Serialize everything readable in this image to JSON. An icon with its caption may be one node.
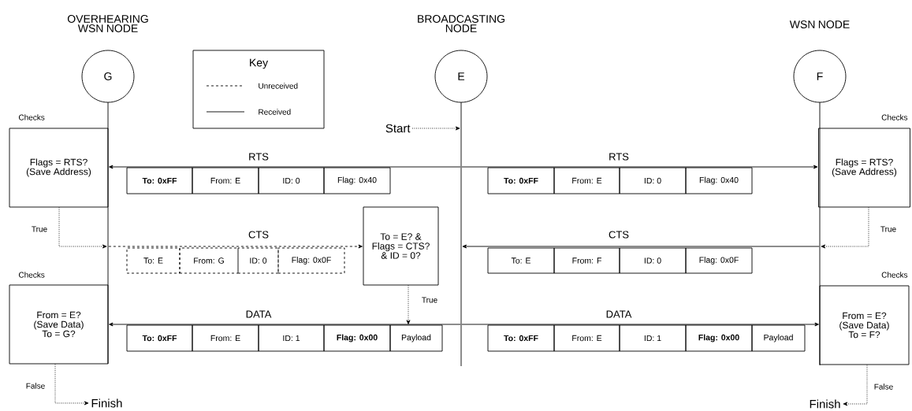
{
  "diagram": {
    "nodes": [
      {
        "text": [
          "OVERHEARING WSN NODE",
          "G"
        ]
      },
      {
        "text": [
          "BROADCASTING NODE",
          "E"
        ]
      },
      {
        "text": [
          "WSN NODE",
          "F"
        ]
      },
      {
        "text": [],
        "shape": "bar"
      },
      {
        "text": [],
        "shape": "bar"
      },
      {
        "text": [],
        "shape": "bar"
      },
      {
        "text": [
          "Start"
        ]
      },
      {
        "text": [
          "Checks",
          "Flags = RTS? (Save Address)"
        ]
      },
      {
        "text": [
          "Checks",
          "Flags = RTS? (Save Address)"
        ]
      },
      {
        "text": [
          "To = E? & Flags = CTS? & ID = 0?"
        ]
      },
      {
        "text": [
          "Checks",
          "From = E? (Save Data) To = G?"
        ]
      },
      {
        "text": [
          "Checks",
          "From = E? (Save Data) To = F?"
        ]
      },
      {
        "text": [
          "Finish"
        ]
      },
      {
        "text": [
          "Finish"
        ]
      },
      {
        "text": [
          "To: 0xFF"
        ]
      },
      {
        "text": [
          "From: E"
        ]
      },
      {
        "text": [
          "ID: 0"
        ]
      },
      {
        "text": [
          "Flag: 0x40"
        ]
      },
      {
        "text": [
          "To: 0xFF"
        ]
      },
      {
        "text": [
          "From: E"
        ]
      },
      {
        "text": [
          "ID: 0"
        ]
      },
      {
        "text": [
          "Flag: 0x40"
        ]
      },
      {
        "text": [
          "To: E"
        ]
      },
      {
        "text": [
          "From: G"
        ]
      },
      {
        "text": [
          "ID: 0"
        ]
      },
      {
        "text": [
          "Flag: 0x0F"
        ]
      },
      {
        "text": [
          "To: E"
        ]
      },
      {
        "text": [
          "From: F"
        ]
      },
      {
        "text": [
          "ID: 0"
        ]
      },
      {
        "text": [
          "Flag: 0x0F"
        ]
      },
      {
        "text": [
          "To: 0xFF"
        ]
      },
      {
        "text": [
          "From: E"
        ]
      },
      {
        "text": [
          "ID: 1"
        ]
      },
      {
        "text": [
          "Flag: 0x00"
        ]
      },
      {
        "text": [
          "Payload"
        ]
      },
      {
        "text": [
          "To: 0xFF"
        ]
      },
      {
        "text": [
          "From: E"
        ]
      },
      {
        "text": [
          "ID: 1"
        ]
      },
      {
        "text": [
          "Flag: 0x00"
        ]
      },
      {
        "text": [
          "Payload"
        ]
      }
    ],
    "edges": [
      {
        "from": 6,
        "to": 4,
        "arrow": "to",
        "style": "dashed"
      },
      {
        "from": 4,
        "to": 7,
        "arrow": "to",
        "label": "RTS"
      },
      {
        "from": 4,
        "to": 8,
        "arrow": "to",
        "label": "RTS"
      },
      {
        "from": 7,
        "to": 3,
        "arrow": "to",
        "style": "dashed",
        "label": "True"
      },
      {
        "from": 3,
        "to": 9,
        "arrow": "to",
        "style": "dashed",
        "label": "CTS"
      },
      {
        "from": 8,
        "to": 5,
        "arrow": "to",
        "style": "dashed",
        "label": "True"
      },
      {
        "from": 5,
        "to": 4,
        "arrow": "to",
        "label": "CTS"
      },
      {
        "from": 9,
        "to": 34,
        "arrow": "to",
        "style": "dashed",
        "label": "True"
      },
      {
        "from": 4,
        "to": 10,
        "arrow": "to",
        "label": "DATA"
      },
      {
        "from": 4,
        "to": 11,
        "arrow": "to",
        "label": "DATA"
      },
      {
        "from": 10,
        "to": 12,
        "arrow": "to",
        "style": "dashed",
        "label": "False"
      },
      {
        "from": 11,
        "to": 13,
        "arrow": "to",
        "style": "dashed",
        "label": "False"
      }
    ],
    "labels": [
      "Key"
    ],
    "legend": [
      {
        "text": "Unreceived"
      },
      {
        "text": "Received"
      }
    ]
  }
}
